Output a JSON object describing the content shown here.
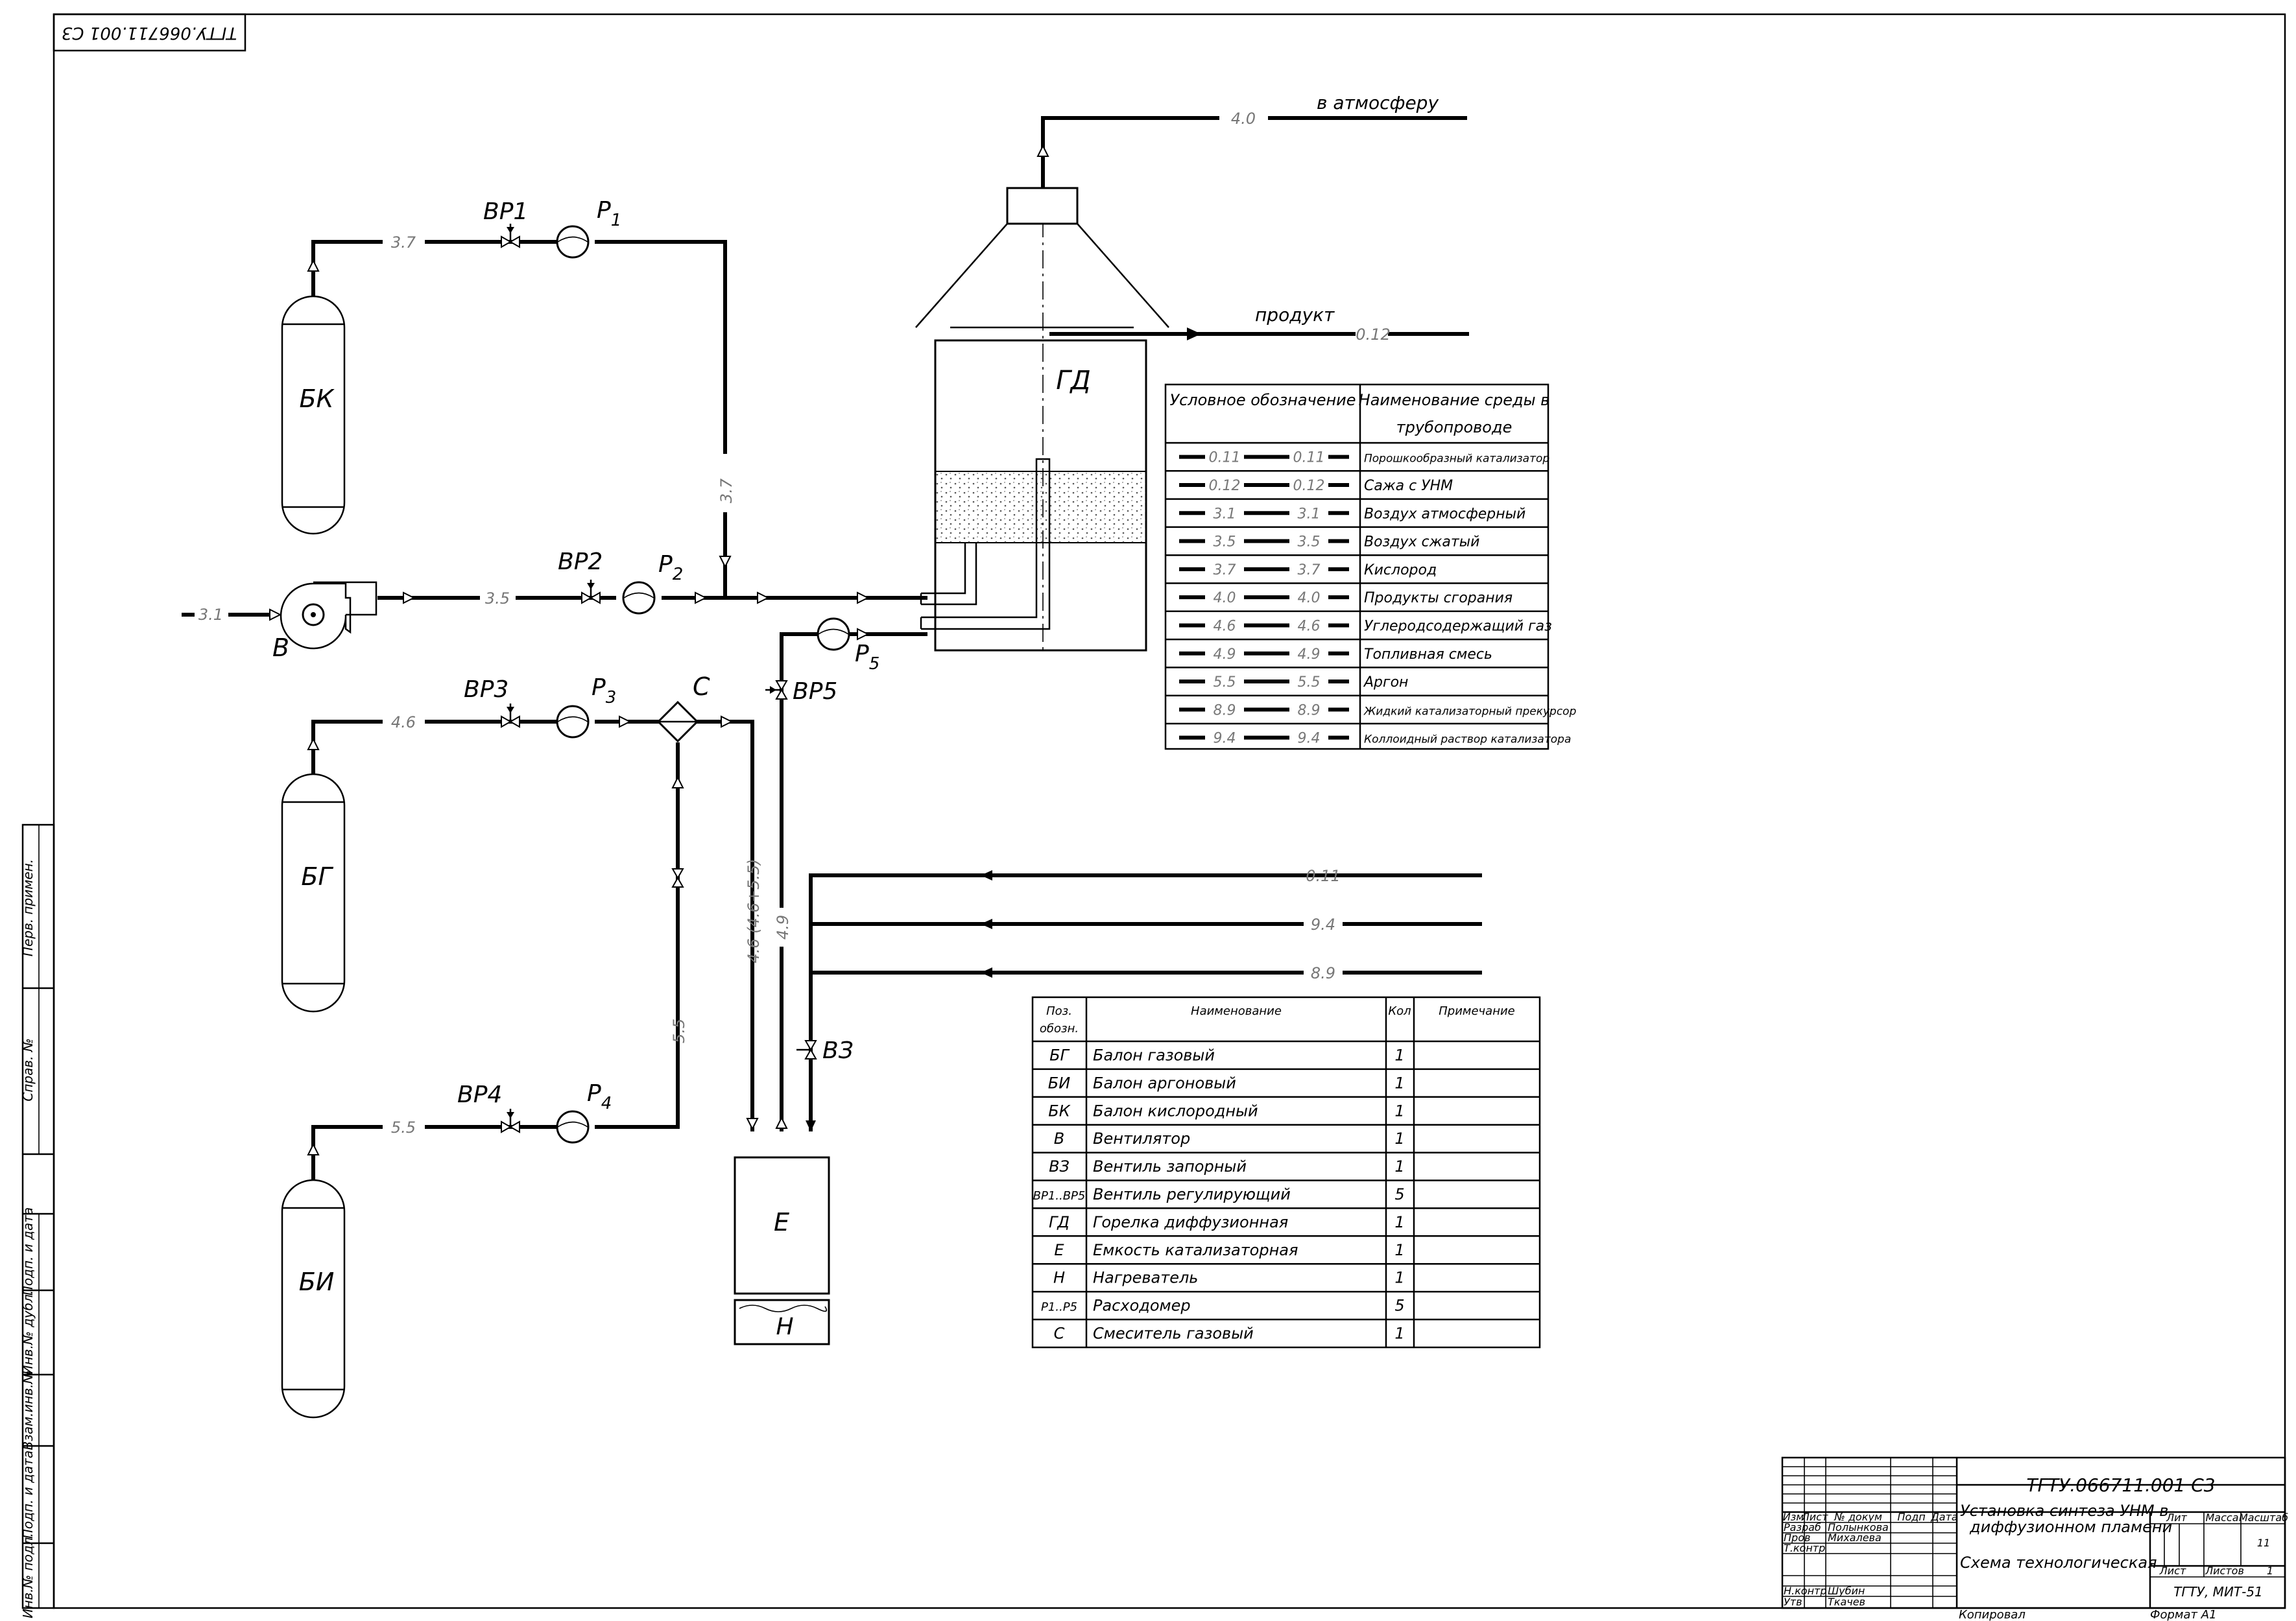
{
  "doc": {
    "designation": "ТГТУ.066711.001 С3",
    "corner_code": "ТГТУ.066711.001 С3",
    "title_line1": "Установка синтеза УНМ в",
    "title_line2": "диффузионном пламени",
    "doc_type": "Схема технологическая",
    "org": "ТГТУ, МИТ-51",
    "copied": "Копировал",
    "format": "Формат  A1",
    "scale_hint": "11",
    "sheet_total": "1"
  },
  "title_block": {
    "headers": [
      "Изм",
      "Лист",
      "№ докум",
      "Подп",
      "Дата"
    ],
    "rows": [
      {
        "role": "Разраб",
        "name": "Полынкова"
      },
      {
        "role": "Пров",
        "name": "Михалева"
      },
      {
        "role": "Т.контр",
        "name": ""
      },
      {
        "role": "Н.контр",
        "name": "Шубин"
      },
      {
        "role": "Утв",
        "name": "Ткачев"
      }
    ],
    "lit": "Лит",
    "mass": "Масса",
    "scale": "Масштаб",
    "sheet": "Лист",
    "sheets": "Листов"
  },
  "margin_labels": [
    "Перв. примен.",
    "Справ. №",
    "Подп. и дата",
    "Инв.№ дубл.",
    "Взам.инв.№",
    "Подп. и дата",
    "Инв.№ подл."
  ],
  "equipment": {
    "bk": "БК",
    "bg": "БГ",
    "bi": "БИ",
    "fan": "В",
    "burner": "ГД",
    "tank": "Е",
    "heater": "Н",
    "mixer": "С",
    "vr1": "ВР1",
    "vr2": "ВР2",
    "vr3": "ВР3",
    "vr4": "ВР4",
    "vr5": "ВР5",
    "vz": "ВЗ",
    "p1": "P",
    "p1s": "1",
    "p2": "P",
    "p2s": "2",
    "p3": "P",
    "p3s": "3",
    "p4": "P",
    "p4s": "4",
    "p5": "P",
    "p5s": "5"
  },
  "lines": {
    "atm_code": "4.0",
    "atm_label": "в атмосферу",
    "prod_label": "продукт",
    "prod_code": "0.12",
    "o2_top": "3.7",
    "o2_vert": "3.7",
    "air_in": "3.1",
    "air_out": "3.5",
    "gas": "4.6",
    "argon": "5.5",
    "argon_vert": "5.5",
    "mix_vert": "4.6 (4.6+5.5)",
    "fuel_vert": "4.9",
    "cat_in": "0.11",
    "coll_in": "9.4",
    "liq_in": "8.9"
  },
  "legend": {
    "h1": "Условное обозначение",
    "h2a": "Наименование среды в",
    "h2b": "трубопроводе",
    "rows": [
      {
        "code": "0.11",
        "name": "Порошкообразный катализатор"
      },
      {
        "code": "0.12",
        "name": "Сажа с УНМ"
      },
      {
        "code": "3.1",
        "name": "Воздух атмосферный"
      },
      {
        "code": "3.5",
        "name": "Воздух сжатый"
      },
      {
        "code": "3.7",
        "name": "Кислород"
      },
      {
        "code": "4.0",
        "name": "Продукты сгорания"
      },
      {
        "code": "4.6",
        "name": "Углеродсодержащий газ"
      },
      {
        "code": "4.9",
        "name": "Топливная смесь"
      },
      {
        "code": "5.5",
        "name": "Аргон"
      },
      {
        "code": "8.9",
        "name": "Жидкий катализаторный прекурсор"
      },
      {
        "code": "9.4",
        "name": "Коллоидный раствор катализатора"
      }
    ]
  },
  "parts": {
    "h_pos1": "Поз.",
    "h_pos2": "обозн.",
    "h_name": "Наименование",
    "h_qty": "Кол",
    "h_note": "Примечание",
    "rows": [
      {
        "pos": "БГ",
        "name": "Балон газовый",
        "qty": "1"
      },
      {
        "pos": "БИ",
        "name": "Балон аргоновый",
        "qty": "1"
      },
      {
        "pos": "БК",
        "name": "Балон кислородный",
        "qty": "1"
      },
      {
        "pos": "В",
        "name": "Вентилятор",
        "qty": "1"
      },
      {
        "pos": "ВЗ",
        "name": "Вентиль запорный",
        "qty": "1"
      },
      {
        "pos": "ВР1..ВР5",
        "name": "Вентиль регулирующий",
        "qty": "5"
      },
      {
        "pos": "ГД",
        "name": "Горелка диффузионная",
        "qty": "1"
      },
      {
        "pos": "Е",
        "name": "Емкость катализаторная",
        "qty": "1"
      },
      {
        "pos": "Н",
        "name": "Нагреватель",
        "qty": "1"
      },
      {
        "pos": "Р1..Р5",
        "name": "Расходомер",
        "qty": "5"
      },
      {
        "pos": "С",
        "name": "Смеситель газовый",
        "qty": "1"
      }
    ]
  }
}
